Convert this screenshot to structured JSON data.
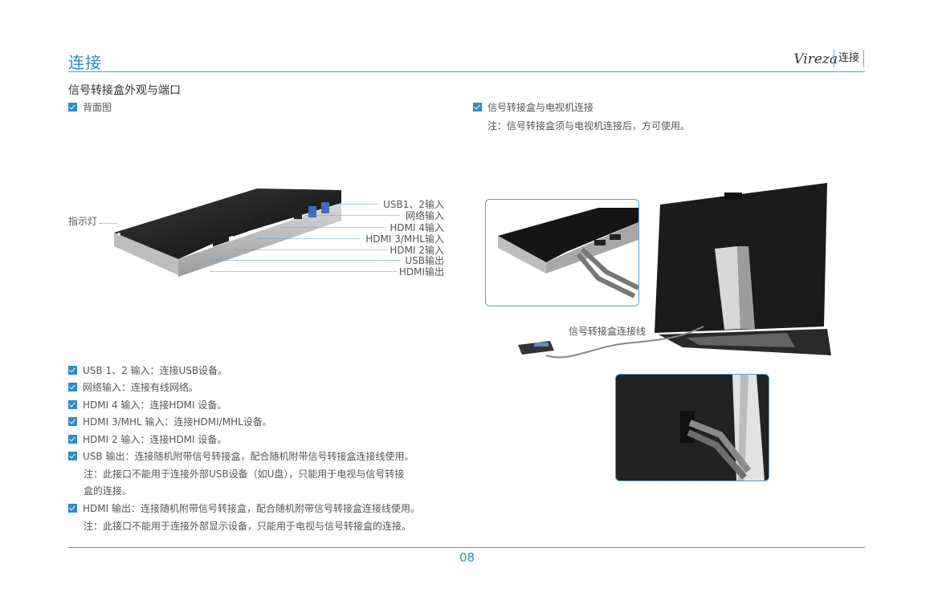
{
  "header": {
    "chapter": "连接",
    "brand": "Vireza",
    "tag": "连接"
  },
  "section": {
    "title": "信号转接盒外观与端口"
  },
  "left": {
    "caption": "背面图",
    "indicator_label": "指示灯"
  },
  "port_labels": [
    "USB1、2输入",
    "网络输入",
    "HDMI 4输入",
    "HDMI 3/MHL输入",
    "HDMI 2输入",
    "USB输出",
    "HDMI输出"
  ],
  "right": {
    "caption": "信号转接盒与电视机连接",
    "note": "注：信号转接盒须与电视机连接后，方可使用。",
    "cable_label": "信号转接盒连接线"
  },
  "list": [
    {
      "text": "USB 1、2 输入：连接USB设备。"
    },
    {
      "text": "网络输入：连接有线网络。"
    },
    {
      "text": "HDMI  4 输入：连接HDMI 设备。"
    },
    {
      "text": "HDMI  3/MHL 输入：连接HDMI/MHL设备。"
    },
    {
      "text": "HDMI  2 输入：连接HDMI 设备。"
    },
    {
      "text": "USB 输出：连接随机附带信号转接盒，配合随机附带信号转接盒连接线使用。",
      "note1": "注：此接口不能用于连接外部USB设备（如U盘），只能用于电视与信号转接",
      "note2": "盒的连接。"
    },
    {
      "text": "HDMI 输出：连接随机附带信号转接盒，配合随机附带信号转接盒连接线使用。",
      "note1": "注：此接口不能用于连接外部显示设备，只能用于电视与信号转接盒的连接。"
    }
  ],
  "footer": {
    "page": "08"
  }
}
